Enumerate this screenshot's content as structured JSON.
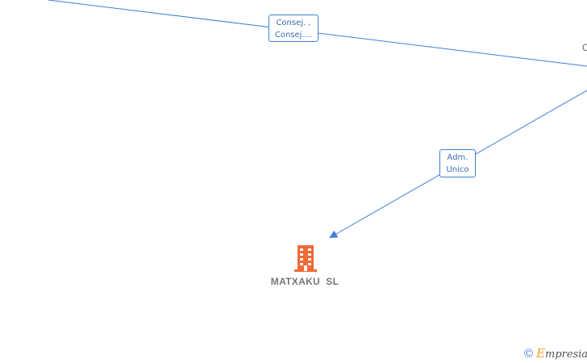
{
  "edges": [
    {
      "role_line1": "Consej. ,",
      "role_line2": "Consej...."
    },
    {
      "role_line1": "Adm.",
      "role_line2": "Unico"
    }
  ],
  "company": {
    "name": "MATXAKU  SL",
    "icon": "building-icon",
    "icon_color": "#f06a35"
  },
  "offscreen_node": {
    "partial_label": "C"
  },
  "watermark": {
    "symbol": "©",
    "brand_initial": "E",
    "brand_rest": "mpresia"
  },
  "colors": {
    "edge": "#3d7fd4",
    "label_text": "#3d6fb0"
  }
}
